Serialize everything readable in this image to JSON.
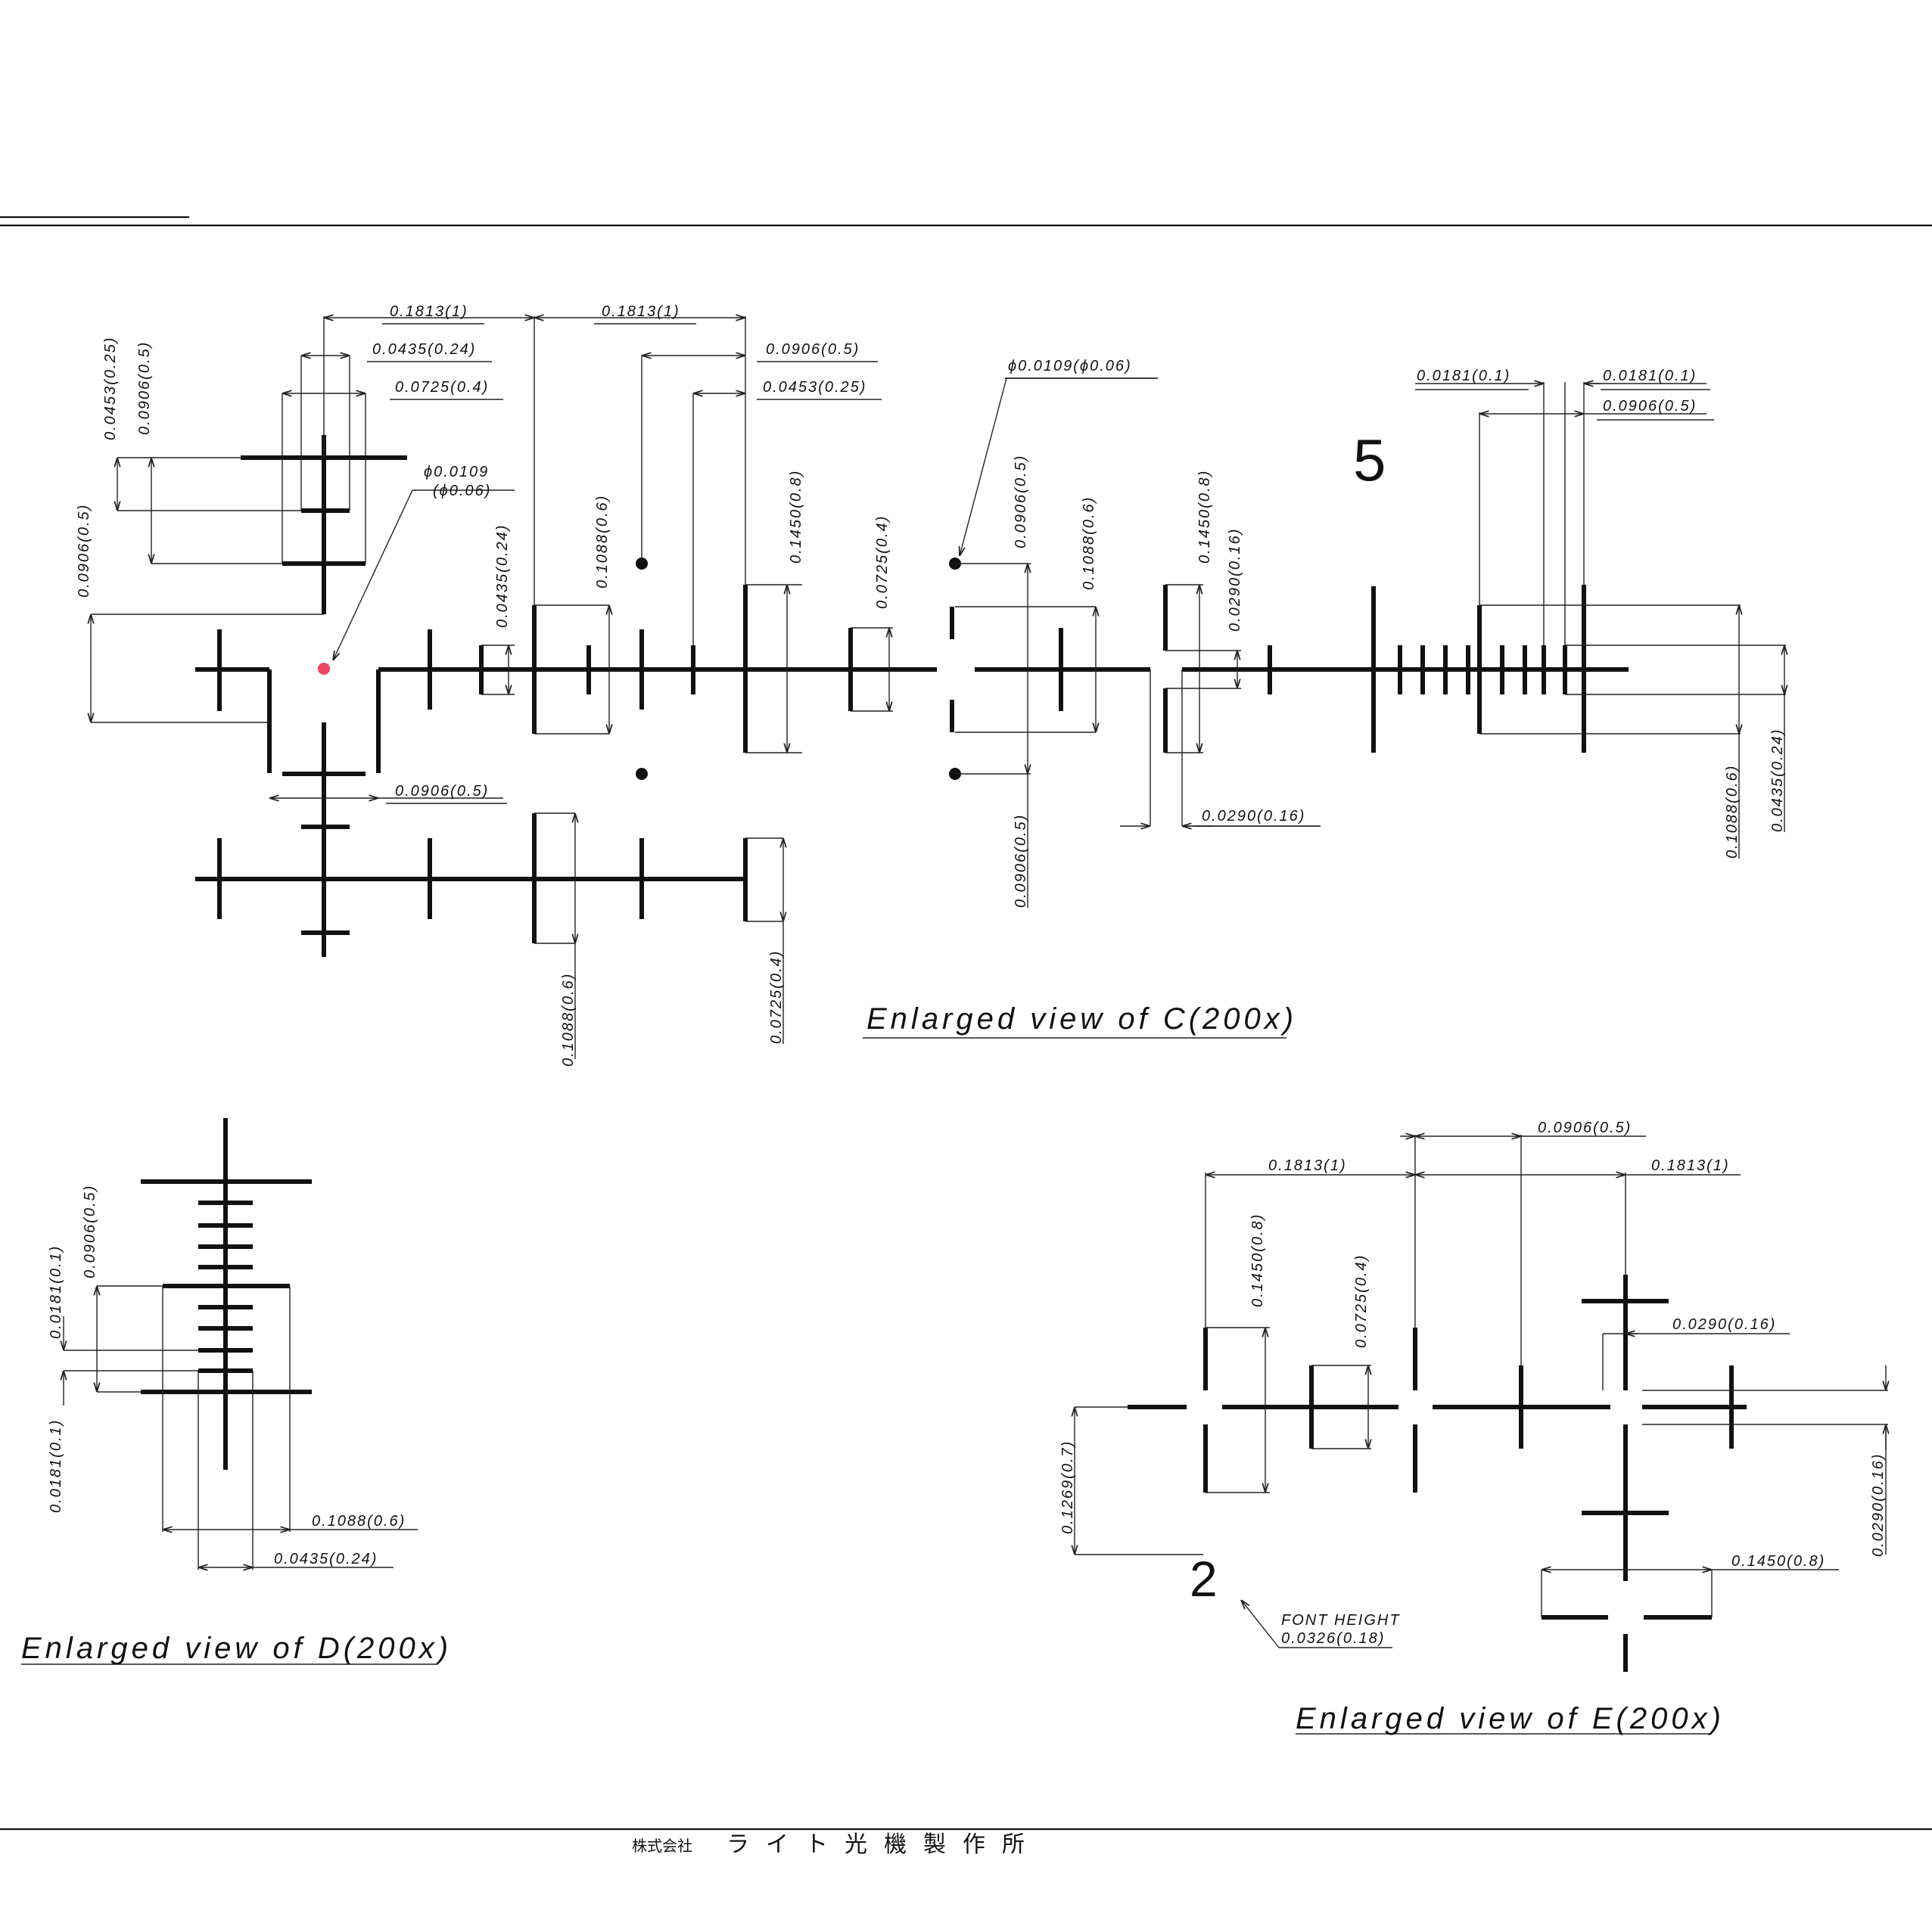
{
  "colors": {
    "ink": "#111111",
    "marker": "#ee4466",
    "paper": "#ffffff"
  },
  "views": {
    "c": {
      "title": "Enlarged view of C(200x)",
      "dims": {
        "d1": "0.1813(1)",
        "d2": "0.1813(1)",
        "d3": "0.0435(0.24)",
        "d4": "0.0725(0.4)",
        "d5": "0.0906(0.5)",
        "d6": "0.0453(0.25)",
        "d7": "0.0453(0.25)",
        "d8": "0.0906(0.5)",
        "d9": "0.0906(0.5)",
        "d10a": "ϕ0.0109",
        "d10b": "(ϕ0.06)",
        "d11": "0.0435(0.24)",
        "d12": "0.1088(0.6)",
        "d13": "0.1450(0.8)",
        "d14": "0.0725(0.4)",
        "d15": "0.0906(0.5)",
        "d16": "ϕ0.0109(ϕ0.06)",
        "d17": "0.0906(0.5)",
        "d18": "0.1088(0.6)",
        "d19": "0.1450(0.8)",
        "d20": "0.0290(0.16)",
        "d21": "0.0290(0.16)",
        "d22": "0.0906(0.5)",
        "d23": "0.0181(0.1)",
        "d24": "0.0181(0.1)",
        "d25": "0.0906(0.5)",
        "d26": "0.1088(0.6)",
        "d27": "0.0435(0.24)",
        "d28": "0.1088(0.6)",
        "d29": "0.0725(0.4)"
      },
      "numeral": "5"
    },
    "d": {
      "title": "Enlarged view of D(200x)",
      "dims": {
        "d1": "0.0906(0.5)",
        "d2": "0.0181(0.1)",
        "d3": "0.0181(0.1)",
        "d4": "0.1088(0.6)",
        "d5": "0.0435(0.24)"
      }
    },
    "e": {
      "title": "Enlarged view of E(200x)",
      "dims": {
        "d1": "0.0906(0.5)",
        "d2": "0.1813(1)",
        "d3": "0.1813(1)",
        "d4": "0.1450(0.8)",
        "d5": "0.0725(0.4)",
        "d6": "0.0290(0.16)",
        "d7": "0.1269(0.7)",
        "d8": "0.0290(0.16)",
        "d9": "0.1450(0.8)",
        "font_label_1": "FONT HEIGHT",
        "font_label_2": "0.0326(0.18)"
      },
      "numeral": "2"
    }
  },
  "company": {
    "prefix": "株式会社",
    "name": "ライト光機製作所"
  }
}
